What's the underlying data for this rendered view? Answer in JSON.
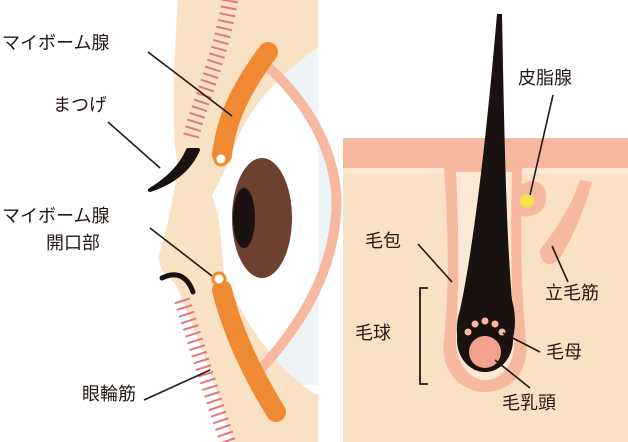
{
  "labels": {
    "meibomian_gland": "マイボーム腺",
    "eyelash": "まつげ",
    "meibomian_opening_line1": "マイボーム腺",
    "meibomian_opening_line2": "開口部",
    "orbicularis": "眼輪筋",
    "sebaceous_gland": "皮脂腺",
    "hair_follicle": "毛包",
    "arrector_pili": "立毛筋",
    "hair_bulb": "毛球",
    "hair_matrix": "毛母",
    "dermal_papilla": "毛乳頭"
  },
  "colors": {
    "skin": "#f9e1c3",
    "skin_pink": "#f6b9a0",
    "gland_orange": "#f08a32",
    "muscle_pink": "#e4767f",
    "iris_brown": "#6e4030",
    "pupil": "#1a1210",
    "hair": "#1a1210",
    "sebum_yellow": "#f7e24a",
    "sclera": "#eef3f7",
    "text": "#231815"
  }
}
